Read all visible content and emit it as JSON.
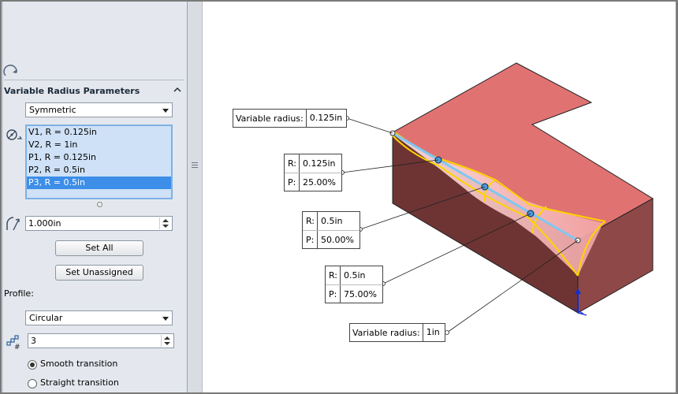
{
  "panel": {
    "section_title": "Variable Radius Parameters",
    "type_select": "Symmetric",
    "vertices": [
      "V1, R = 0.125in",
      "V2, R = 1in",
      "P1, R = 0.125in",
      "P2, R = 0.5in",
      "P3, R = 0.5in"
    ],
    "selected_index": 4,
    "radius_value": "1.000in",
    "set_all_label": "Set All",
    "set_unassigned_label": "Set Unassigned",
    "profile_label": "Profile:",
    "profile_select": "Circular",
    "instances_value": "3",
    "smooth_label": "Smooth transition",
    "straight_label": "Straight transition",
    "smooth_checked": true
  },
  "viewport": {
    "callout_top": {
      "label": "Variable radius:",
      "value": "0.125in"
    },
    "callout_p1": {
      "r_key": "R:",
      "r_value": "0.125in",
      "p_key": "P:",
      "p_value": "25.00%"
    },
    "callout_p2": {
      "r_key": "R:",
      "r_value": "0.5in",
      "p_key": "P:",
      "p_value": "50.00%"
    },
    "callout_p3": {
      "r_key": "R:",
      "r_value": "0.5in",
      "p_key": "P:",
      "p_value": "75.00%"
    },
    "callout_bottom": {
      "label": "Variable radius:",
      "value": "1in"
    }
  },
  "colors": {
    "face_top": "#e07372",
    "face_front": "#6e3434",
    "face_side": "#8e4848",
    "fillet_edge": "#ffd400",
    "edge_highlight": "#7ec8f2"
  }
}
